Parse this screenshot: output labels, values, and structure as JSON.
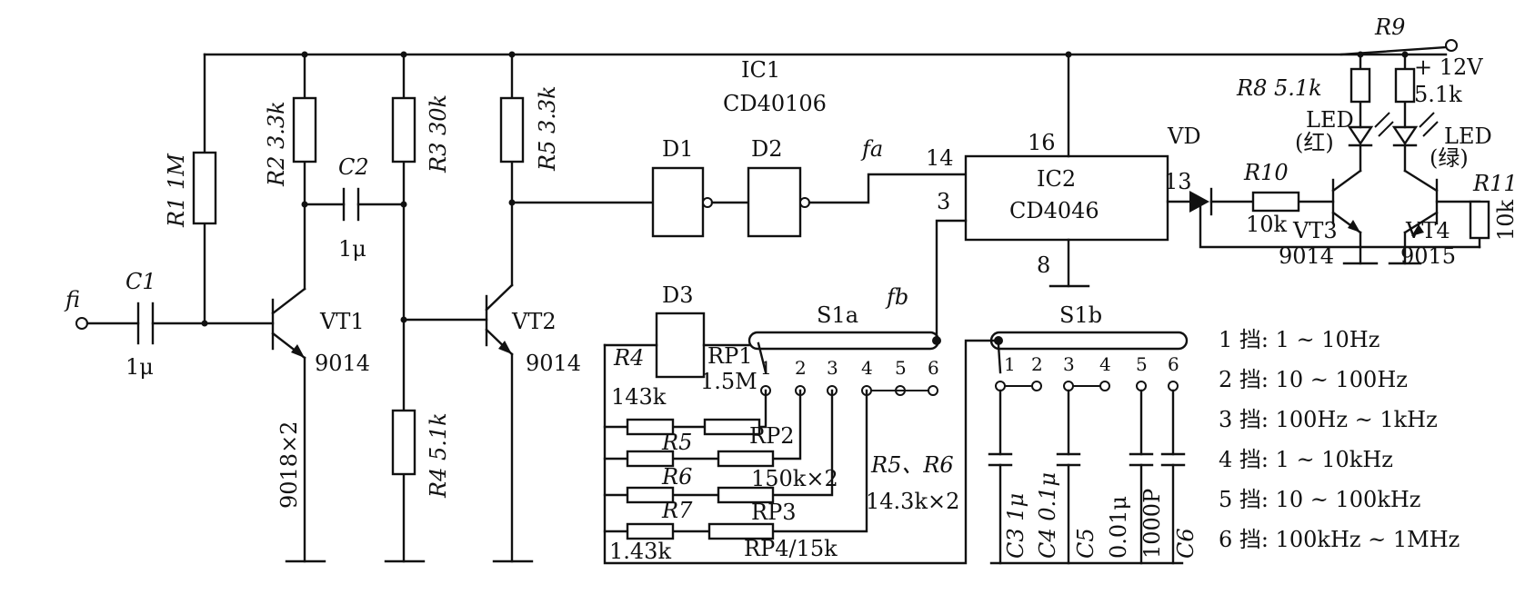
{
  "labels": {
    "fi": "fi",
    "c1": "C1",
    "c1_val": "1μ",
    "r1": "R1 1M",
    "r2": "R2 3.3k",
    "c2": "C2",
    "c2_val": "1μ",
    "r3": "R3 30k",
    "r4": "R4 5.1k",
    "r5_top": "R5 3.3k",
    "vt1": "VT1",
    "vt1_type": "9014",
    "vt2": "VT2",
    "vt2_type": "9014",
    "vt1_note": "9018×2",
    "ic1": "IC1",
    "ic1_part": "CD40106",
    "d1": "D1",
    "d2": "D2",
    "d3": "D3",
    "fa": "fa",
    "fb": "fb",
    "pin14": "14",
    "pin16": "16",
    "pin3": "3",
    "pin8": "8",
    "pin13": "13",
    "ic2": "IC2",
    "ic2_part": "CD4046",
    "vd": "VD",
    "r10": "R10",
    "r10_val": "10k",
    "vt3": "VT3",
    "vt3_type": "9014",
    "vt4": "VT4",
    "vt4_type": "9015",
    "r8": "R8 5.1k",
    "r9": "R9",
    "r9_val": "5.1k",
    "vcc": "+ 12V",
    "led_red": "LED",
    "led_red_color": "(红)",
    "led_green": "LED",
    "led_green_color": "(绿)",
    "r11": "R11",
    "r11_val": "10k",
    "s1a": "S1a",
    "s1b": "S1b",
    "r4_lower": "R4",
    "r4_lower_val": "143k",
    "rp1": "RP1",
    "rp1_val": "1.5M",
    "rp2": "RP2",
    "r5_lower": "R5",
    "r6_lower": "R6",
    "rp_val": "150k×2",
    "r7": "R7",
    "rp3": "RP3",
    "r7_val": "1.43k",
    "rp4": "RP4/15k",
    "r56": "R5、R6",
    "r56_val": "14.3k×2",
    "c3": "C3 1μ",
    "c4": "C4 0.1μ",
    "c5": "C5",
    "c5_val": "0.01μ",
    "c6_val": "1000P",
    "c6": "C6",
    "switch_positions": [
      "1",
      "2",
      "3",
      "4",
      "5",
      "6"
    ]
  },
  "ranges": [
    "1 挡: 1 ~ 10Hz",
    "2 挡: 10 ~ 100Hz",
    "3 挡: 100Hz ~ 1kHz",
    "4 挡: 1 ~ 10kHz",
    "5 挡: 10 ~ 100kHz",
    "6 挡: 100kHz ~ 1MHz"
  ]
}
